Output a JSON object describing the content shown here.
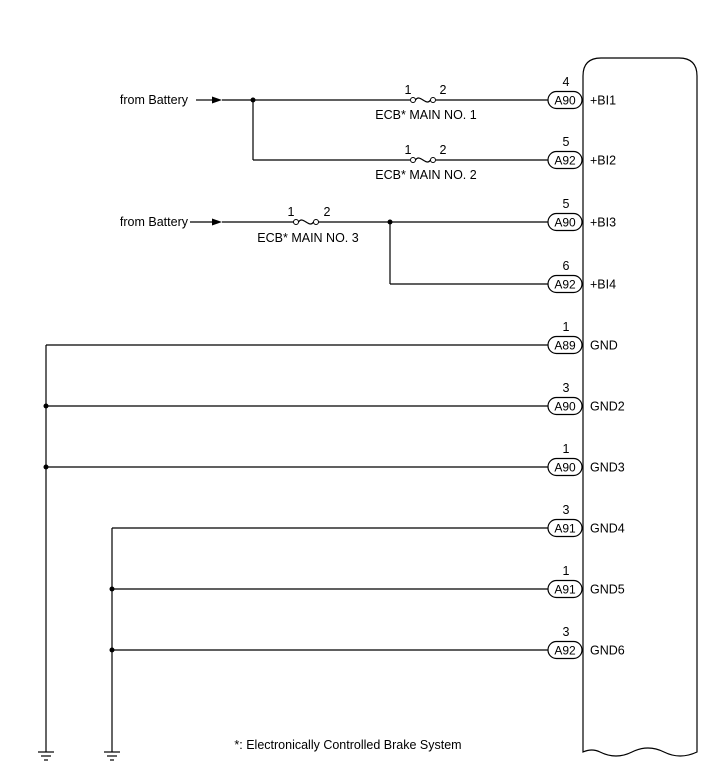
{
  "sources": [
    {
      "label": "from Battery"
    },
    {
      "label": "from Battery"
    }
  ],
  "fuses": [
    {
      "name": "ECB* MAIN NO. 1",
      "pin_in": "1",
      "pin_out": "2"
    },
    {
      "name": "ECB* MAIN NO. 2",
      "pin_in": "1",
      "pin_out": "2"
    },
    {
      "name": "ECB* MAIN NO. 3",
      "pin_in": "1",
      "pin_out": "2"
    }
  ],
  "terminals": [
    {
      "pin": "4",
      "connector": "A90",
      "signal": "+BI1"
    },
    {
      "pin": "5",
      "connector": "A92",
      "signal": "+BI2"
    },
    {
      "pin": "5",
      "connector": "A90",
      "signal": "+BI3"
    },
    {
      "pin": "6",
      "connector": "A92",
      "signal": "+BI4"
    },
    {
      "pin": "1",
      "connector": "A89",
      "signal": "GND"
    },
    {
      "pin": "3",
      "connector": "A90",
      "signal": "GND2"
    },
    {
      "pin": "1",
      "connector": "A90",
      "signal": "GND3"
    },
    {
      "pin": "3",
      "connector": "A91",
      "signal": "GND4"
    },
    {
      "pin": "1",
      "connector": "A91",
      "signal": "GND5"
    },
    {
      "pin": "3",
      "connector": "A92",
      "signal": "GND6"
    }
  ],
  "footnote": "*: Electronically Controlled Brake System"
}
